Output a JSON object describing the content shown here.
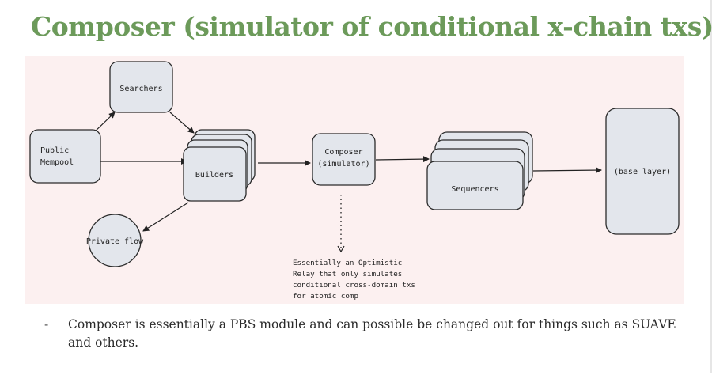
{
  "slide": {
    "title": "Composer (simulator of conditional x-chain txs)"
  },
  "diagram": {
    "nodes": {
      "searchers": "Searchers",
      "public_mempool_line1": "Public",
      "public_mempool_line2": "Mempool",
      "builders": "Builders",
      "private_flow": "Private flow",
      "composer_line1": "Composer",
      "composer_line2": "(simulator)",
      "sequencers": "Sequencers",
      "base_layer": "(base layer)"
    },
    "note": {
      "line1": "Essentially an Optimistic",
      "line2": "Relay that only simulates",
      "line3": "conditional cross-domain txs",
      "line4": "for atomic comp"
    },
    "colors": {
      "node_fill": "#e3e6ec",
      "panel_bg": "#fcf0f0",
      "title": "#6c9a5a"
    }
  },
  "bullets": [
    {
      "dash": "-",
      "text": "Composer is essentially a PBS module and can possible be changed out for things such as SUAVE and others."
    }
  ]
}
